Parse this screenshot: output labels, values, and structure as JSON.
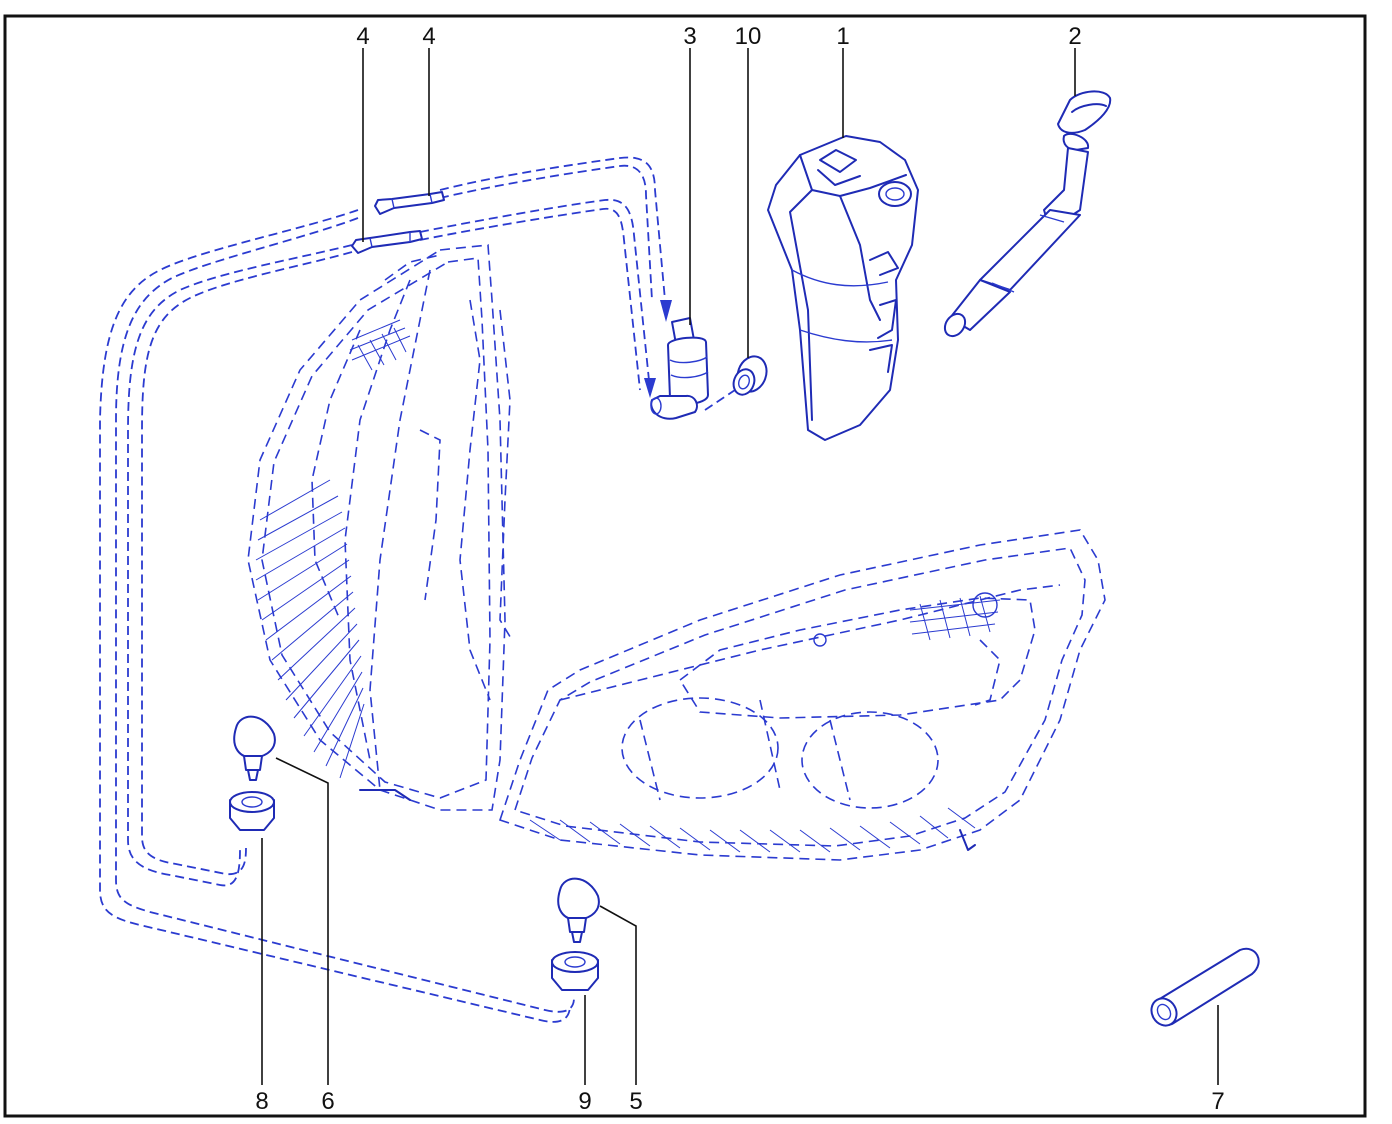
{
  "callouts": [
    {
      "id": "4a",
      "text": "4"
    },
    {
      "id": "4b",
      "text": "4"
    },
    {
      "id": "3",
      "text": "3"
    },
    {
      "id": "10",
      "text": "10"
    },
    {
      "id": "1",
      "text": "1"
    },
    {
      "id": "2",
      "text": "2"
    },
    {
      "id": "8",
      "text": "8"
    },
    {
      "id": "6",
      "text": "6"
    },
    {
      "id": "9",
      "text": "9"
    },
    {
      "id": "5",
      "text": "5"
    },
    {
      "id": "7",
      "text": "7"
    }
  ],
  "colors": {
    "line": "#1f2bb5",
    "hose": "#2b3bd0",
    "label": "#111111",
    "border": "#111111"
  }
}
